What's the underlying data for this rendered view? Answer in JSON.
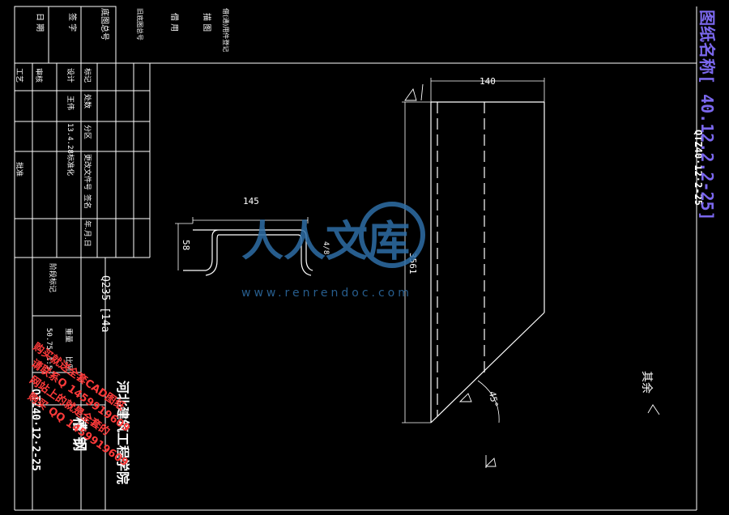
{
  "title_block": {
    "top_row": [
      "日 期",
      "签 字",
      "底图总号",
      "旧底图总号",
      "借 用",
      "描 图",
      "借(通)用件登记"
    ],
    "left_row": [
      "工艺",
      "审核",
      "批准"
    ],
    "col_labels": [
      "标记",
      "处数",
      "分区",
      "更改文件号",
      "签名",
      "年.月.日"
    ],
    "design_row": [
      "设计",
      "王伟",
      "13.4.28",
      "标准化"
    ],
    "stage_labels": [
      "阶段标记",
      "重量",
      "比例"
    ],
    "weight": "50.75",
    "scale": "1:5",
    "material": "Q235 [14a",
    "part_name": "槽 钢",
    "drawing_no": "QTZ40·12·2-25",
    "company": "河北建筑工程学院"
  },
  "drawing": {
    "dim_top": "140",
    "dim_section_width": "145",
    "dim_section_height": "58",
    "dim_length": "3561",
    "dim_angle": "45°",
    "section_note": "4/8",
    "roughness_note": "其余",
    "side_drawing_no": "QTZ40·12·2-25"
  },
  "sidebar_banner": "图纸名称[ 40.12.2.2-25]",
  "watermark": {
    "brand": "人人文库",
    "url": "www.renrendoc.com"
  },
  "red_stamp": [
    "购买就送全套CAD图纸",
    "请联系Q 1459919609",
    "网站上的就是全套的",
    "购买 QQ 1459919609"
  ]
}
